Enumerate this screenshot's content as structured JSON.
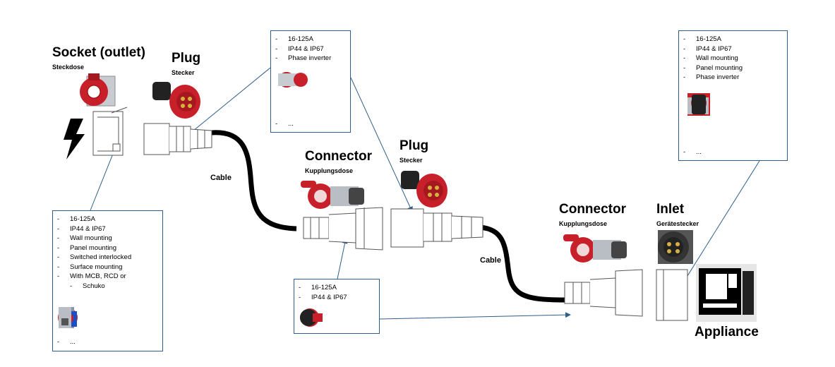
{
  "labels": {
    "socket": {
      "title": "Socket (outlet)",
      "sub": "Steckdose"
    },
    "plug1": {
      "title": "Plug",
      "sub": "Stecker"
    },
    "connector1": {
      "title": "Connector",
      "sub": "Kupplungsdose"
    },
    "plug2": {
      "title": "Plug",
      "sub": "Stecker"
    },
    "connector2": {
      "title": "Connector",
      "sub": "Kupplungsdose"
    },
    "inlet": {
      "title": "Inlet",
      "sub": "Gerätestecker"
    },
    "appliance": {
      "title": "Appliance"
    },
    "cable1": "Cable",
    "cable2": "Cable"
  },
  "boxes": {
    "plug": {
      "items": [
        "16-125A",
        "IP44 & IP67",
        "Phase inverter"
      ],
      "more": "..."
    },
    "inlet": {
      "items": [
        "16-125A",
        "IP44 & IP67",
        "Wall mounting",
        "Panel mounting",
        "Phase inverter"
      ],
      "more": "..."
    },
    "socket": {
      "items": [
        "16-125A",
        "IP44 & IP67",
        "Wall mounting",
        "Panel mounting",
        "Switched interlocked",
        "Surface mounting",
        "With MCB, RCD or",
        "Schuko"
      ],
      "more": "..."
    },
    "connector": {
      "items": [
        "16-125A",
        "IP44 & IP67"
      ]
    }
  },
  "colors": {
    "accent_red": "#c8202a",
    "box_border": "#2e5d8a",
    "cable": "#000000",
    "arrow": "#2e5d8a"
  },
  "icons": [
    "lightning-icon",
    "socket-icon",
    "plug-icon",
    "connector-icon",
    "inlet-icon",
    "appliance-icon"
  ]
}
